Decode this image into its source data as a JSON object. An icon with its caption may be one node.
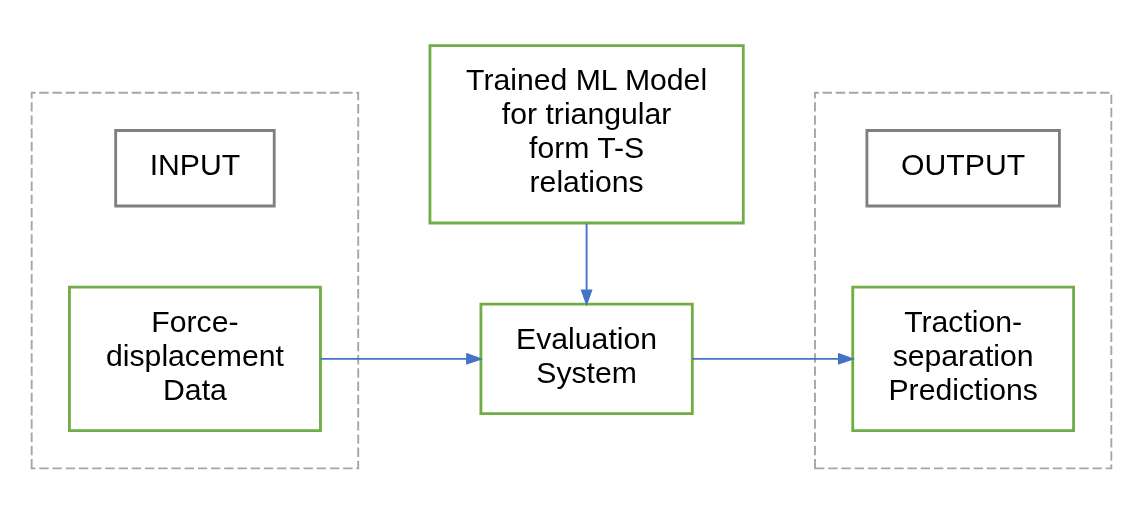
{
  "diagram": {
    "nodes": [
      {
        "text": [],
        "shape": "box"
      },
      {
        "text": [
          "INPUT"
        ],
        "in": 0
      },
      {
        "text": [
          "Force- displacement Data"
        ],
        "in": 0
      },
      {
        "text": [
          "Evaluation System"
        ]
      },
      {
        "text": [],
        "shape": "box"
      },
      {
        "text": [
          "OUTPUT"
        ],
        "in": 4
      },
      {
        "text": [
          "Traction- separation Predictions"
        ],
        "in": 4
      },
      {
        "text": [
          "Trained ML Model for triangular form T-S relations"
        ]
      }
    ],
    "edges": [
      {
        "from": 2,
        "to": 3,
        "arrow": "to"
      },
      {
        "from": 3,
        "to": 6,
        "arrow": "to"
      },
      {
        "from": 7,
        "to": 3,
        "arrow": "to"
      }
    ]
  }
}
